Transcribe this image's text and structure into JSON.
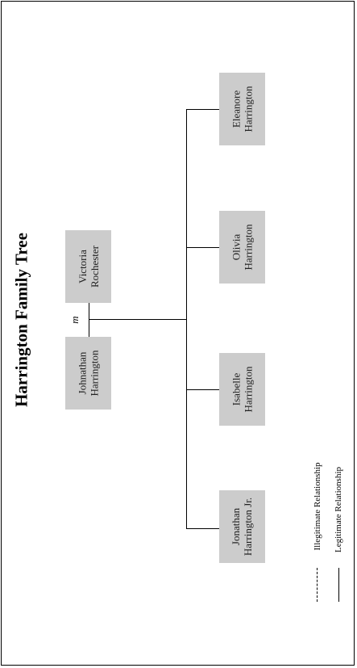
{
  "title": "Harrington Family Tree",
  "parents": {
    "father": {
      "line1": "Johnathan",
      "line2": "Harrington"
    },
    "mother": {
      "line1": "Victoria",
      "line2": "Rochester"
    },
    "marriage_symbol": "m"
  },
  "children": [
    {
      "line1": "Eleanore",
      "line2": "Harrington"
    },
    {
      "line1": "Olivia",
      "line2": "Harrington"
    },
    {
      "line1": "Isabelle",
      "line2": "Harrington"
    },
    {
      "line1": "Jonathan",
      "line2": "Harrington Jr."
    }
  ],
  "legend": {
    "illegitimate": "Illegitimate Relationship",
    "legitimate": "Legitimate Relationship"
  },
  "colors": {
    "box": "#cccccc",
    "line": "#000000",
    "text": "#222222"
  }
}
